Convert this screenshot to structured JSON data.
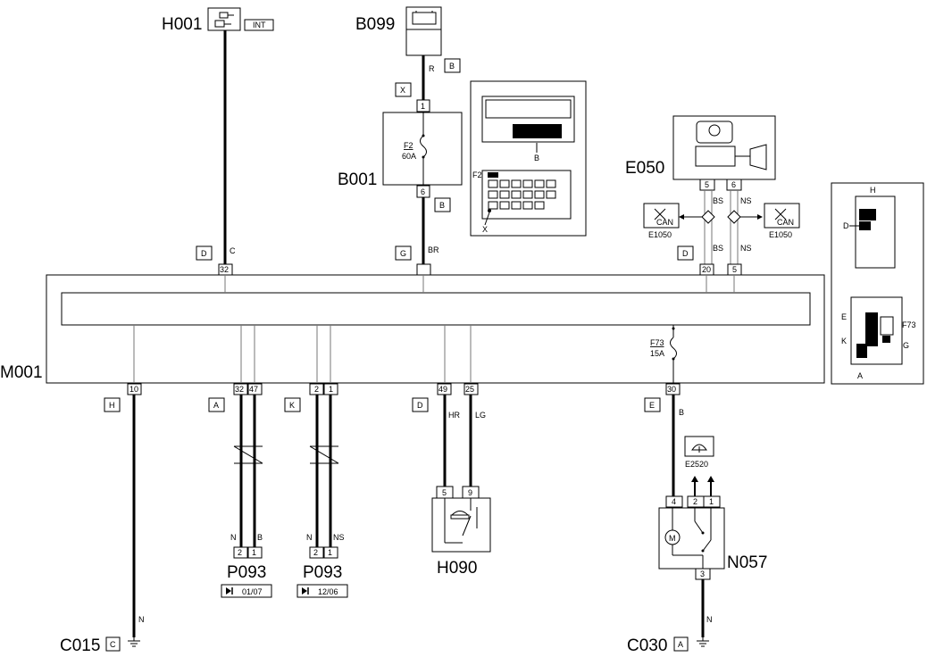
{
  "components": {
    "h001": {
      "code": "H001",
      "tag": "INT"
    },
    "b099": {
      "code": "B099"
    },
    "b001": {
      "code": "B001",
      "fuse": "F2",
      "amp": "60A"
    },
    "e050": {
      "code": "E050"
    },
    "e1050_left": {
      "code": "E1050",
      "icon": "CAN"
    },
    "e1050_right": {
      "code": "E1050",
      "icon": "CAN"
    },
    "m001": {
      "code": "M001",
      "fuse": "F73",
      "amp": "15A"
    },
    "h090": {
      "code": "H090"
    },
    "n057": {
      "code": "N057"
    },
    "e2520": {
      "code": "E2520"
    },
    "p093_a": {
      "code": "P093",
      "date": "01/07"
    },
    "p093_b": {
      "code": "P093",
      "date": "12/06"
    },
    "c015": {
      "code": "C015",
      "connector": "C"
    },
    "c030": {
      "code": "C030",
      "connector": "A"
    }
  },
  "connectors": {
    "b099_r": "B",
    "x": "X",
    "b001_out": "B",
    "d_top": "D",
    "g_top": "G",
    "d_e050": "D",
    "h_bot": "H",
    "a_bot": "A",
    "k_bot": "K",
    "d_bot": "D",
    "e_bot": "E"
  },
  "pins": {
    "b001_in": "1",
    "b001_out": "6",
    "e050_1": "5",
    "e050_2": "6",
    "m001_32": "32",
    "m001_20": "20",
    "m001_5": "5",
    "m001_10": "10",
    "m001_32b": "32",
    "m001_47": "47",
    "m001_2": "2",
    "m001_1": "1",
    "m001_49": "49",
    "m001_25": "25",
    "m001_30": "30",
    "h090_5": "5",
    "h090_9": "9",
    "n057_4": "4",
    "n057_2": "2",
    "n057_1": "1",
    "n057_3": "3",
    "p093a_2": "2",
    "p093a_1": "1",
    "p093b_2": "2",
    "p093b_1": "1"
  },
  "wire_colors": {
    "h001": "C",
    "b099": "R",
    "b001": "BR",
    "e050_bs": "BS",
    "e050_ns": "NS",
    "e050_bs2": "BS",
    "e050_ns2": "NS",
    "c015": "N",
    "p093a_n": "N",
    "p093a_b": "B",
    "p093b_n": "N",
    "p093b_ns": "NS",
    "h090_hr": "HR",
    "h090_lg": "LG",
    "n057_b": "B",
    "c030": "N"
  },
  "locator_fusebox": {
    "f2": "F2",
    "b": "B",
    "x": "X"
  },
  "locator_m001": {
    "h": "H",
    "d": "D",
    "e": "E",
    "k": "K",
    "a": "A",
    "f73": "F73",
    "g": "G"
  }
}
